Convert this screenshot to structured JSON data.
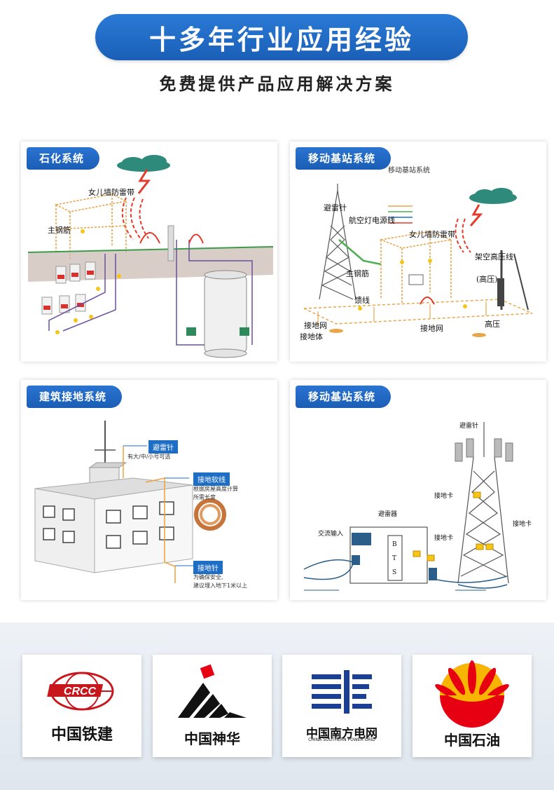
{
  "header": {
    "title": "十多年行业应用经验",
    "subtitle": "免费提供产品应用解决方案"
  },
  "panels": [
    {
      "tag": "石化系统",
      "labels": [
        "女儿墙防雷带",
        "主钢筋"
      ]
    },
    {
      "tag": "移动基站系统",
      "caption": "移动基站系统",
      "labels": [
        "避雷针",
        "航空灯电源线",
        "女儿墙防雷带",
        "主钢筋",
        "馈线",
        "架空高压线",
        "(高压)",
        "接地网",
        "接地体",
        "接地网",
        "高压"
      ]
    },
    {
      "tag": "建筑接地系统",
      "callouts": [
        {
          "title": "避雷针",
          "note": "有大/中/小号可选"
        },
        {
          "title": "接地软线",
          "note": "根据房屋高度计算\n所需长度"
        },
        {
          "title": "接地针",
          "note": "为确保安全,\n建议埋入地下1米以上"
        }
      ]
    },
    {
      "tag": "移动基站系统",
      "labels": [
        "避雷针",
        "接地卡",
        "避雷器",
        "交流输入",
        "接地卡",
        "接地卡"
      ],
      "bts": [
        "B",
        "T",
        "S"
      ]
    }
  ],
  "logos": [
    {
      "name": "中国铁建",
      "mark": "CRCC",
      "color": "#c8161d"
    },
    {
      "name": "中国神华",
      "color": "#111111"
    },
    {
      "name": "中国南方电网",
      "subname": "CHINA SOUTHERN POWER GRID",
      "color": "#1b3f94"
    },
    {
      "name": "中国石油",
      "color": "#e60012"
    }
  ]
}
